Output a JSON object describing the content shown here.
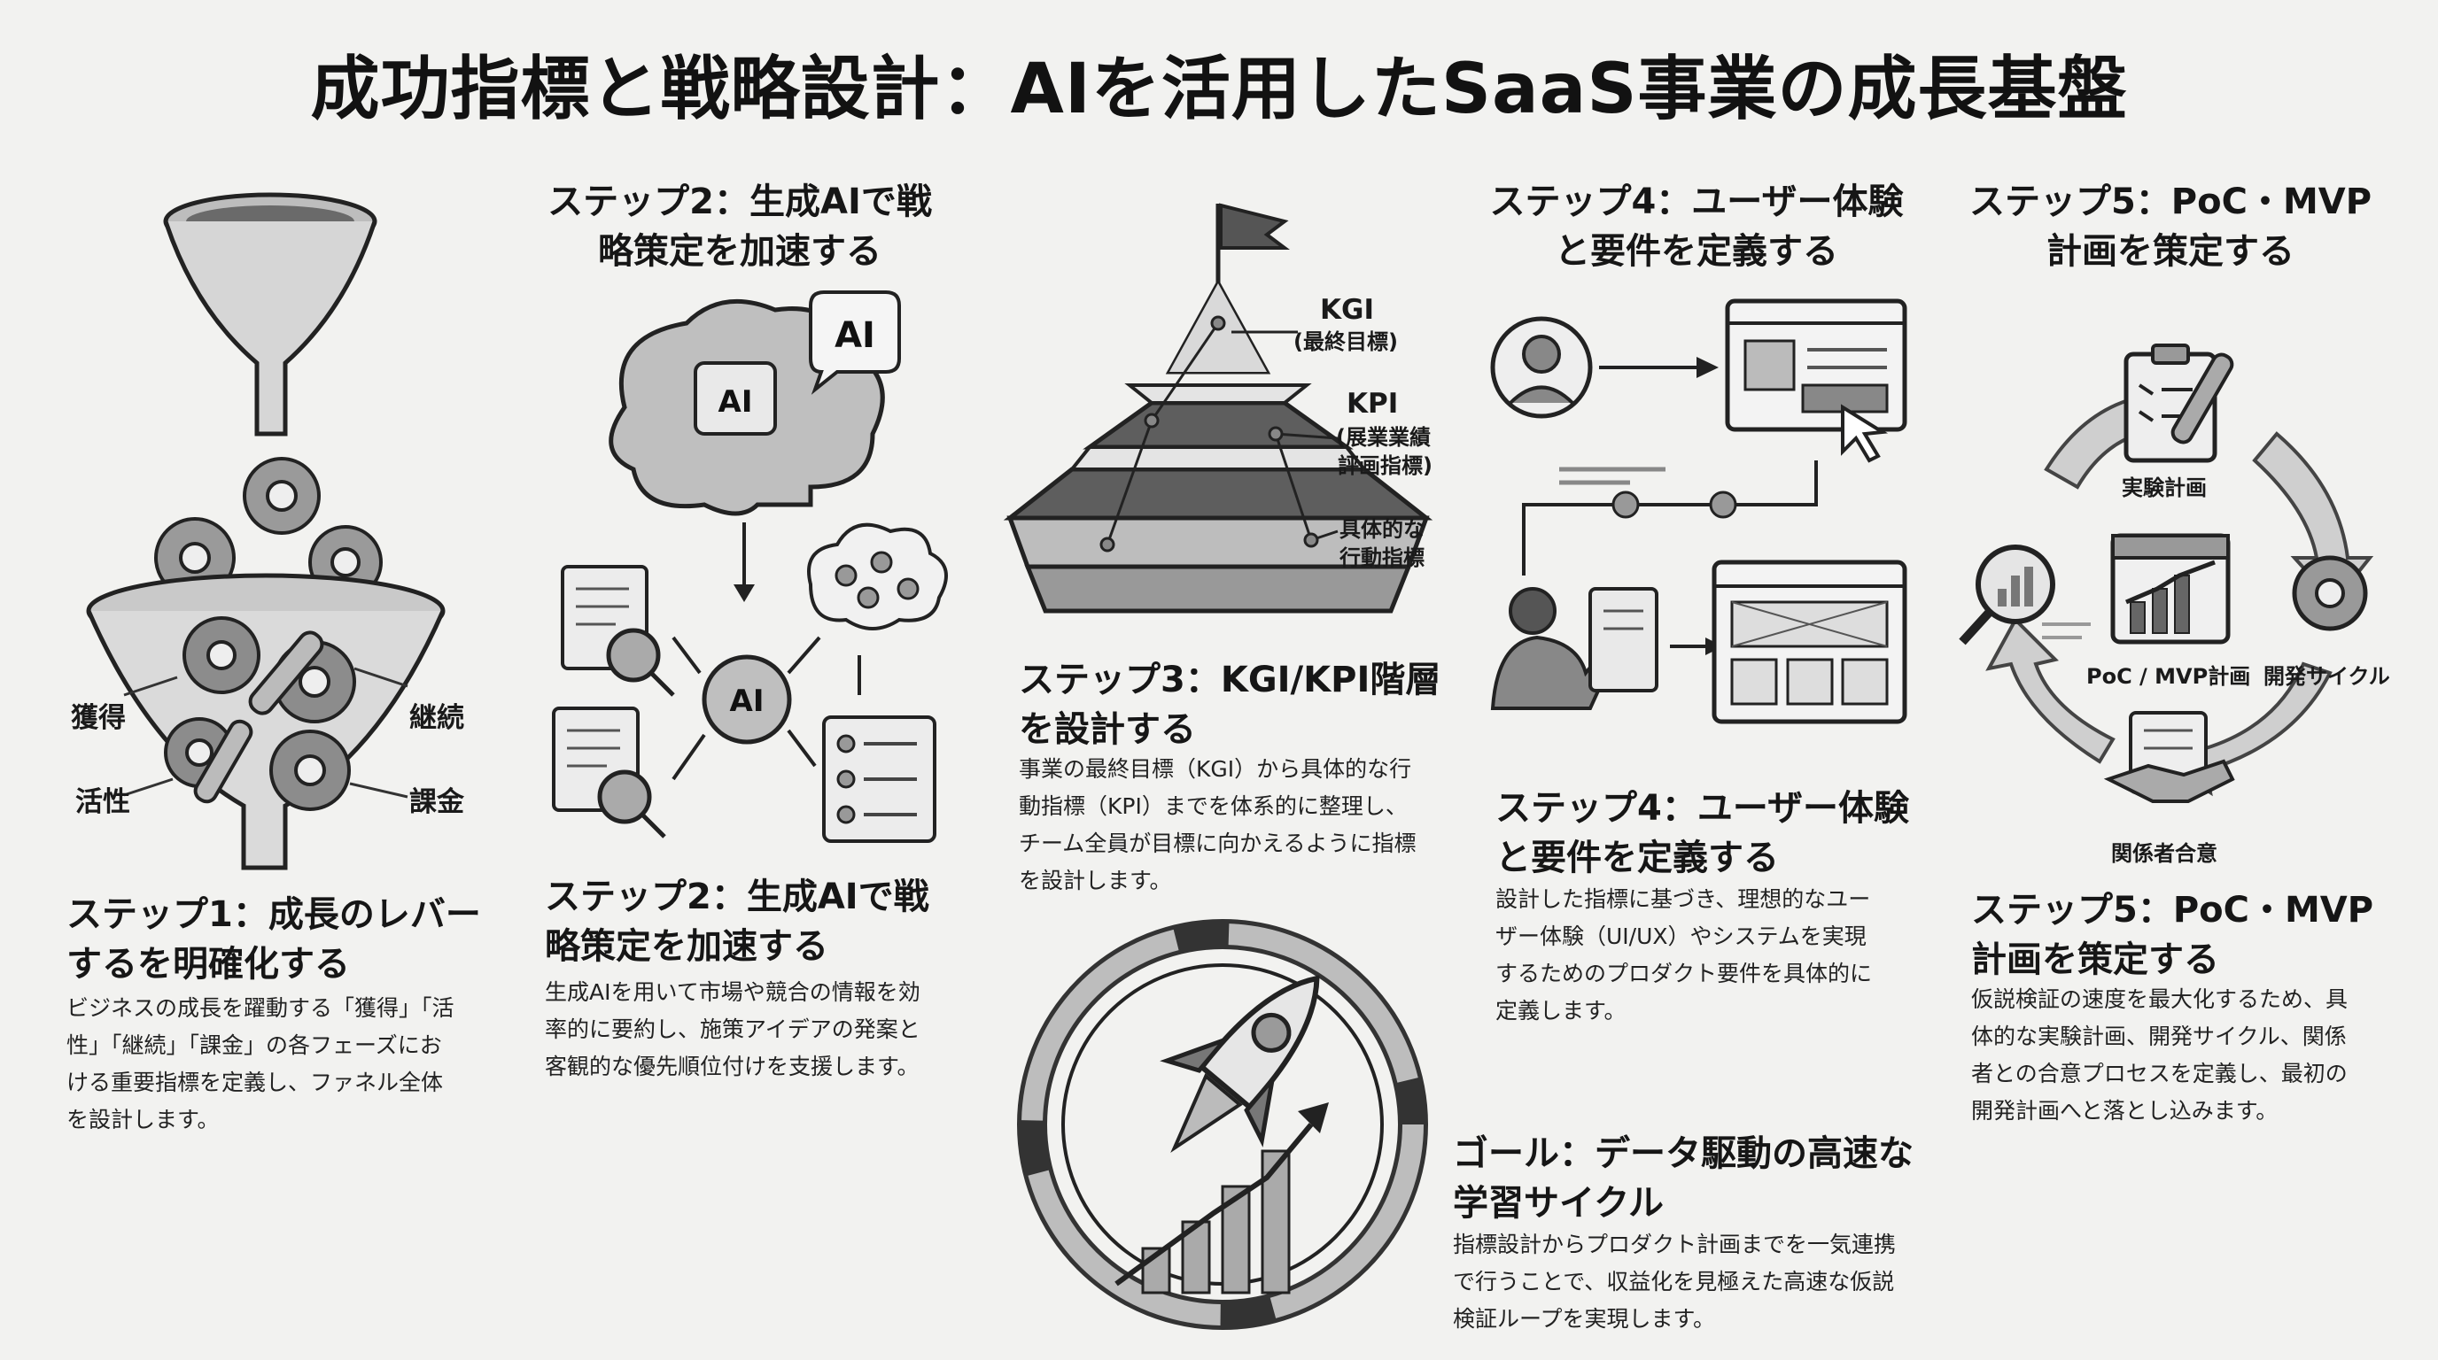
{
  "title": "成功指標と戦略設計：AIを活用したSaaS事業の成長基盤",
  "step1": {
    "heading": "ステップ1：成長のレバーするを明確化する",
    "body": "ビジネスの成長を躍動する「獲得」「活性」「継続」「課金」の各フェーズにおける重要指標を定義し、ファネル全体を設計します。",
    "funnel_labels": {
      "acquisition": "獲得",
      "activation": "活性",
      "retention": "継続",
      "revenue": "課金"
    }
  },
  "step2": {
    "top_heading": "ステップ2：生成AIで戦略策定を加速する",
    "heading": "ステップ2：生成AIで戦略策定を加速する",
    "body": "生成AIを用いて市場や競合の情報を効率的に要約し、施策アイデアの発案と客観的な優先順位付けを支援します。",
    "ai_label": "AI"
  },
  "step3": {
    "heading": "ステップ3：KGI/KPI階層を設計する",
    "body": "事業の最終目標（KGI）から具体的な行動指標（KPI）までを体系的に整理し、チーム全員が目標に向かえるように指標を設計します。",
    "pyramid": {
      "kgi": "KGI",
      "kgi_sub": "(最終目標)",
      "kpi": "KPI",
      "kpi_sub1": "(展業業績",
      "kpi_sub2": "評画指標)",
      "action1": "具体的な",
      "action2": "行動指標"
    }
  },
  "goal": {
    "heading": "ゴール：データ駆動の高速な学習サイクル",
    "body": "指標設計からプロダクト計画までを一気連携で行うことで、収益化を見極えた高速な仮説検証ループを実現します。"
  },
  "step4": {
    "top_heading": "ステップ4：ユーザー体験と要件を定義する",
    "heading": "ステップ4：ユーザー体験と要件を定義する",
    "body": "設計した指標に基づき、理想的なユーザー体験（UI/UX）やシステムを実現するためのプロダクト要件を具体的に定義します。"
  },
  "step5": {
    "top_heading": "ステップ5：PoC・MVP計画を策定する",
    "heading": "ステップ5：PoC・MVP計画を策定する",
    "body": "仮説検証の速度を最大化するため、具体的な実験計画、開発サイクル、関係者との合意プロセスを定義し、最初の開発計画へと落とし込みます。",
    "cycle": {
      "experiment": "実験計画",
      "plan": "PoC / MVP計画",
      "dev": "開発サイクル",
      "agreement": "関係者合意"
    }
  }
}
